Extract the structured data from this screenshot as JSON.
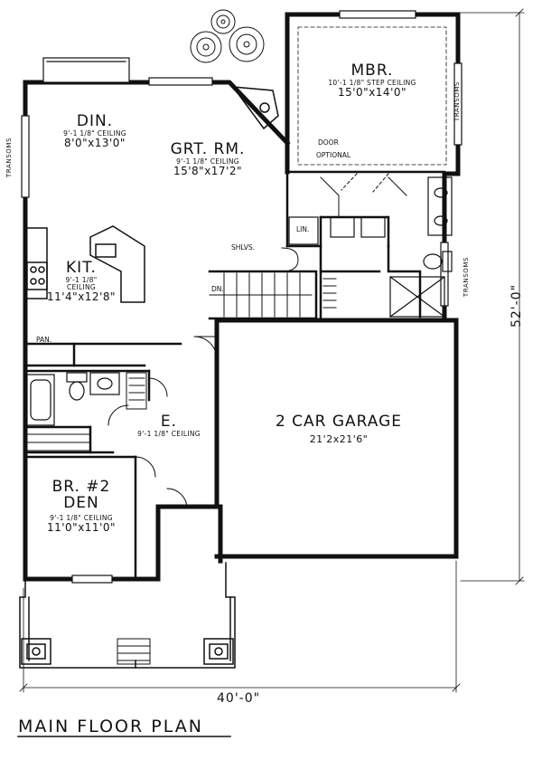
{
  "plan_title": "MAIN FLOOR PLAN",
  "dimensions": {
    "width": "40'-0\"",
    "depth": "52'-0\""
  },
  "rooms": {
    "mbr": {
      "name": "MBR.",
      "ceiling": "10'-1 1/8\" STEP CEILING",
      "size": "15'0\"x14'0\""
    },
    "din": {
      "name": "DIN.",
      "ceiling": "9'-1 1/8\" CEILING",
      "size": "8'0\"x13'0\""
    },
    "grt": {
      "name": "GRT. RM.",
      "ceiling": "9'-1 1/8\" CEILING",
      "size": "15'8\"x17'2\""
    },
    "kit": {
      "name": "KIT.",
      "ceiling_1": "9'-1 1/8\"",
      "ceiling_2": "CEILING",
      "size": "11'4\"x12'8\""
    },
    "entry": {
      "name": "E.",
      "ceiling": "9'-1 1/8\" CEILING"
    },
    "garage": {
      "name": "2 CAR GARAGE",
      "size": "21'2x21'6\""
    },
    "br2": {
      "name_1": "BR. #2",
      "name_2": "DEN",
      "ceiling": "9'-1 1/8\" CEILING",
      "size": "11'0\"x11'0\""
    }
  },
  "labels": {
    "door": "DOOR",
    "optional": "OPTIONAL",
    "lin": "LIN.",
    "shlvs": "SHLVS.",
    "pan": "PAN.",
    "dn": "DN.",
    "transoms": "TRANSOMS"
  }
}
